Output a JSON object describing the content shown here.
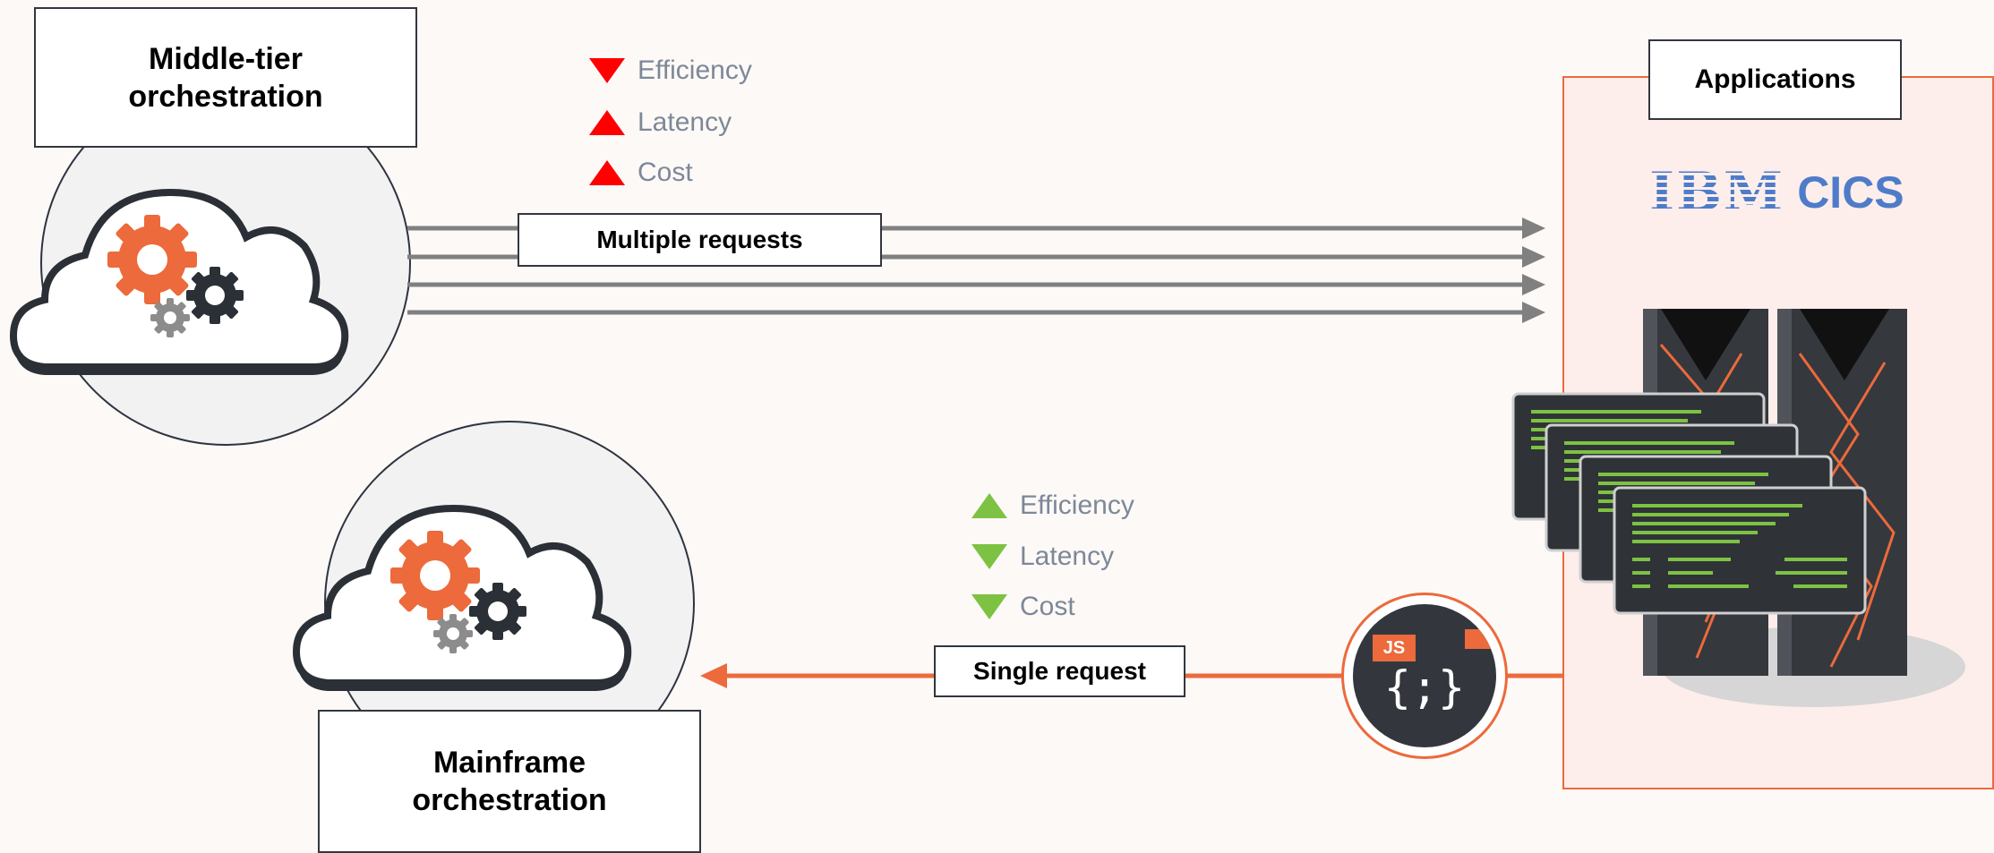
{
  "middle_tier": {
    "title": "Middle-tier orchestration",
    "request_label": "Multiple requests",
    "metrics": [
      {
        "label": "Efficiency",
        "direction": "down",
        "color": "#ff0000"
      },
      {
        "label": "Latency",
        "direction": "up",
        "color": "#ff0000"
      },
      {
        "label": "Cost",
        "direction": "up",
        "color": "#ff0000"
      }
    ]
  },
  "mainframe": {
    "title": "Mainframe orchestration",
    "request_label": "Single request",
    "metrics": [
      {
        "label": "Efficiency",
        "direction": "up",
        "color": "#7dc242"
      },
      {
        "label": "Latency",
        "direction": "down",
        "color": "#7dc242"
      },
      {
        "label": "Cost",
        "direction": "down",
        "color": "#7dc242"
      }
    ]
  },
  "applications": {
    "title": "Applications",
    "logo_brand": "IBM",
    "logo_product": "CICS",
    "badge_text": "JS",
    "code_glyph": "{;}"
  },
  "colors": {
    "accent": "#ec6a3c",
    "arrow_gray": "#808080",
    "metric_text": "#7d8898",
    "ibm_blue": "#4f7cc9"
  }
}
